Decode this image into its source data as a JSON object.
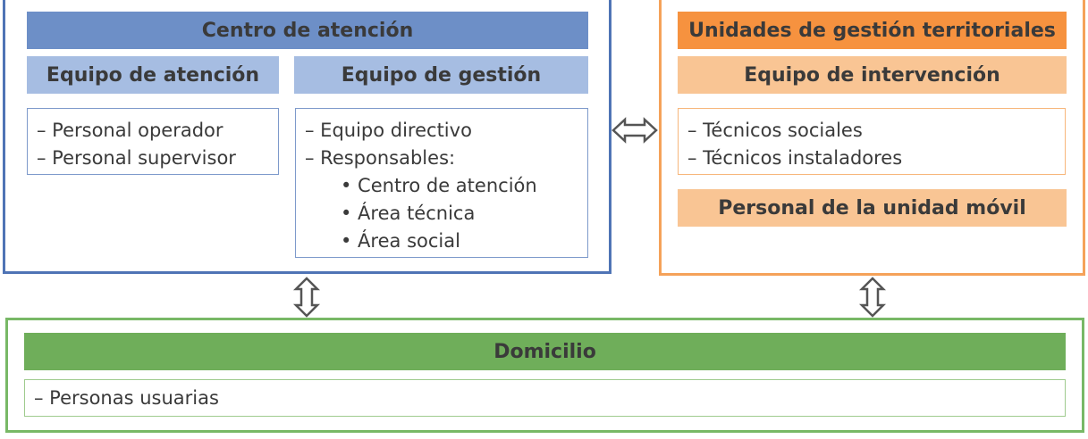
{
  "centro": {
    "title": "Centro de atención",
    "atencion": {
      "title": "Equipo de atención",
      "items": [
        "– Personal operador",
        "– Personal supervisor"
      ]
    },
    "gestion": {
      "title": "Equipo de gestión",
      "items": [
        "– Equipo directivo",
        "– Responsables:"
      ],
      "sub_items": [
        "• Centro de atención",
        "• Área técnica",
        "• Área social"
      ]
    }
  },
  "unidades": {
    "title": "Unidades de gestión territoriales",
    "intervencion": {
      "title": "Equipo de intervención",
      "items": [
        "– Técnicos sociales",
        "– Técnicos instaladores"
      ]
    },
    "movil_title": "Personal de la unidad móvil"
  },
  "domicilio": {
    "title": "Domicilio",
    "items": [
      "– Personas usuarias"
    ]
  },
  "colors": {
    "centro_border": "#4f74b5",
    "centro_title": "#6d8fc7",
    "centro_subtitle": "#a6bde2",
    "unidades_border": "#f5a259",
    "unidades_title": "#f6923f",
    "unidades_subtitle": "#f9c594",
    "domicilio_border": "#78b866",
    "domicilio_title": "#6fae5a",
    "arrow": "#555555"
  },
  "icons": {
    "horizontal_connector": "double-arrow-horizontal-icon",
    "vertical_connectors": [
      "double-arrow-vertical-icon",
      "double-arrow-vertical-icon"
    ]
  }
}
